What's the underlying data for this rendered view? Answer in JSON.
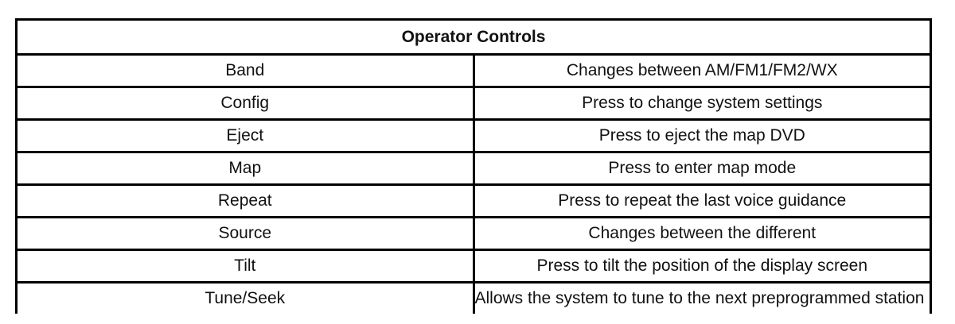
{
  "table": {
    "title": "Operator Controls",
    "rows": [
      {
        "control": "Band",
        "description": "Changes between AM/FM1/FM2/WX"
      },
      {
        "control": "Config",
        "description": "Press to change system settings"
      },
      {
        "control": "Eject",
        "description": "Press to eject the map DVD"
      },
      {
        "control": "Map",
        "description": "Press to enter map mode"
      },
      {
        "control": "Repeat",
        "description": "Press to repeat the last voice guidance"
      },
      {
        "control": "Source",
        "description": "Changes between the different"
      },
      {
        "control": "Tilt",
        "description": "Press to tilt the position of the display screen"
      },
      {
        "control": "Tune/Seek",
        "description": "Allows the system to tune to the next preprogrammed station or to seek stations in the area"
      }
    ]
  }
}
